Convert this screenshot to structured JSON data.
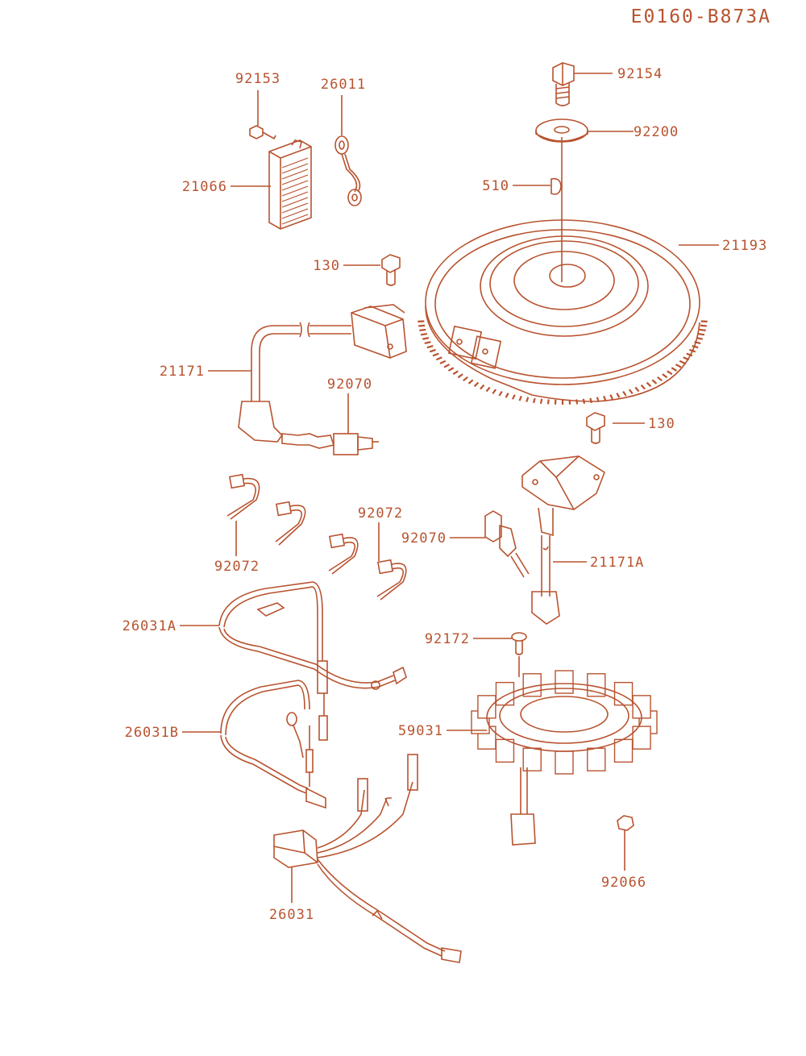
{
  "header": {
    "diagram_code": "E0160-B873A"
  },
  "colors": {
    "line": "#b8532f",
    "text": "#b8532f",
    "fill_light": "#f6dccf",
    "fill_dark": "#c9694a"
  },
  "parts": [
    {
      "id": "p92154",
      "label": "92154"
    },
    {
      "id": "p92200",
      "label": "92200"
    },
    {
      "id": "p510",
      "label": "510"
    },
    {
      "id": "p21193",
      "label": "21193"
    },
    {
      "id": "p92153",
      "label": "92153"
    },
    {
      "id": "p26011",
      "label": "26011"
    },
    {
      "id": "p21066",
      "label": "21066"
    },
    {
      "id": "p130a",
      "label": "130"
    },
    {
      "id": "p21171",
      "label": "21171"
    },
    {
      "id": "p92070a",
      "label": "92070"
    },
    {
      "id": "p130b",
      "label": "130"
    },
    {
      "id": "p92072a",
      "label": "92072"
    },
    {
      "id": "p92072b",
      "label": "92072"
    },
    {
      "id": "p92070b",
      "label": "92070"
    },
    {
      "id": "p21171A",
      "label": "21171A"
    },
    {
      "id": "p26031A",
      "label": "26031A"
    },
    {
      "id": "p92172",
      "label": "92172"
    },
    {
      "id": "p26031B",
      "label": "26031B"
    },
    {
      "id": "p59031",
      "label": "59031"
    },
    {
      "id": "p92066",
      "label": "92066"
    },
    {
      "id": "p26031",
      "label": "26031"
    }
  ]
}
